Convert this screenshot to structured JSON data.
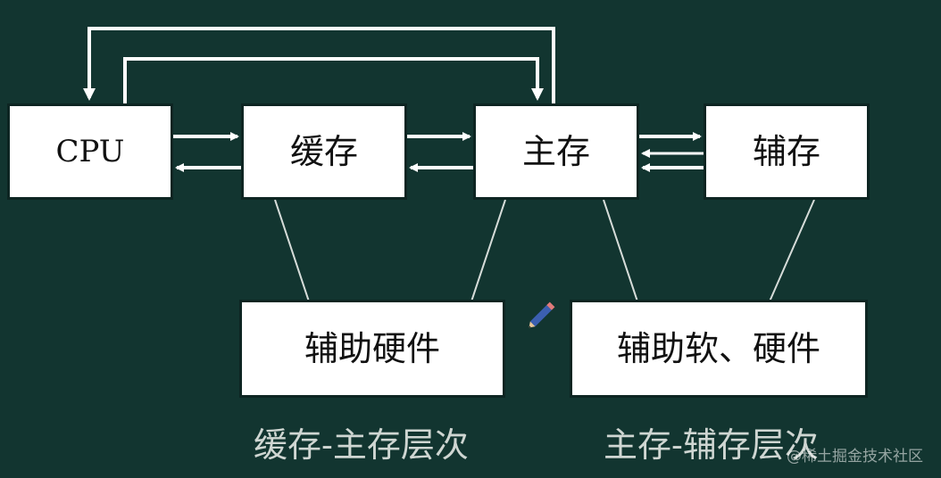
{
  "diagram": {
    "nodes": {
      "cpu": "CPU",
      "cache": "缓存",
      "main": "主存",
      "aux": "辅存",
      "hw": "辅助硬件",
      "swhw": "辅助软、硬件"
    },
    "captions": {
      "left": "缓存-主存层次",
      "right": "主存-辅存层次"
    },
    "watermark": "@稀土掘金技术社区"
  },
  "colors": {
    "background": "#123530",
    "box_fill": "#ffffff",
    "line": "#ffffff",
    "caption": "#cfd6d2"
  },
  "icons": {
    "pencil": "pencil-icon"
  }
}
